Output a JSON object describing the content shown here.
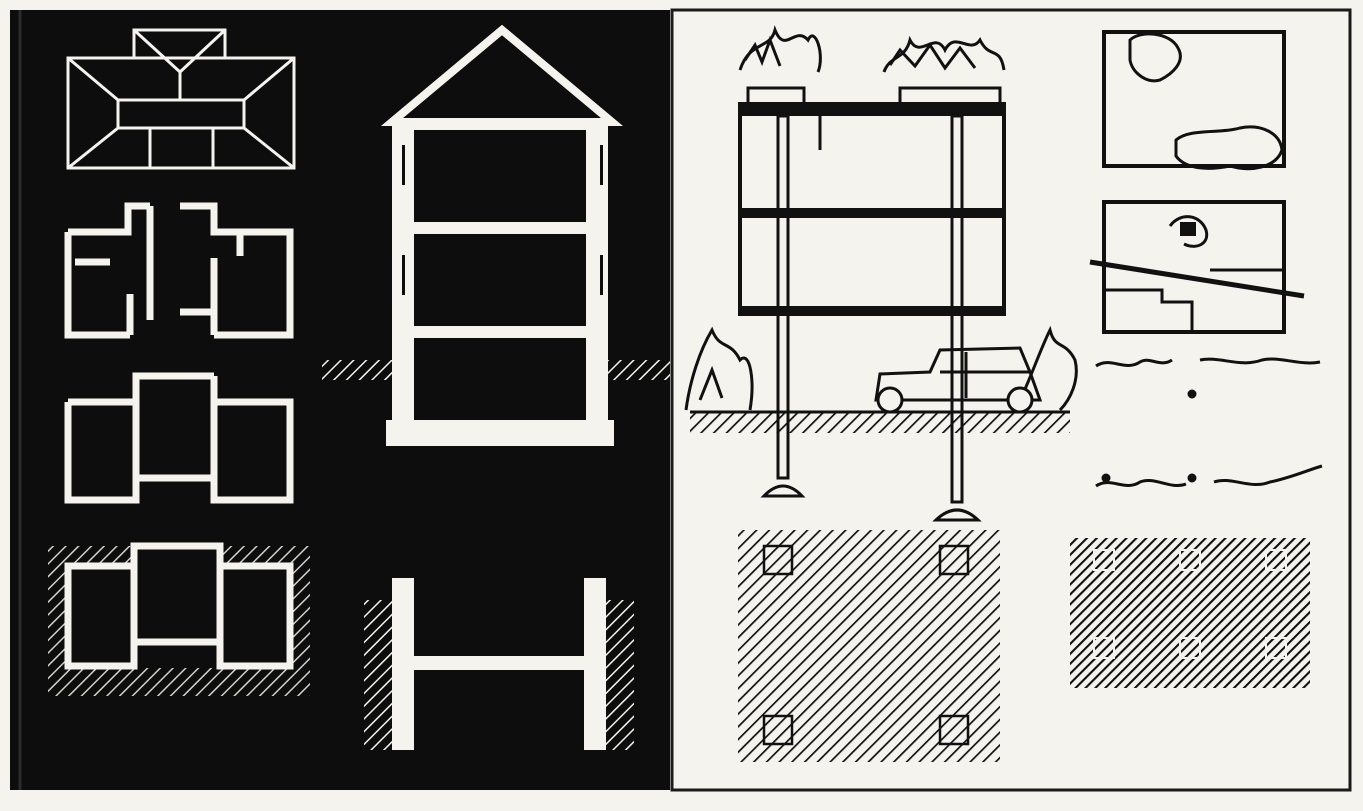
{
  "figure": {
    "panels": [
      {
        "id": "traditional",
        "theme": "white-on-black",
        "views": [
          "roof-plan-icon",
          "floor-plan-icon",
          "floor-plan-icon",
          "foundation-plan-icon",
          "house-section-icon",
          "basement-section-icon"
        ]
      },
      {
        "id": "modern",
        "theme": "black-on-white",
        "views": [
          "pilotis-section-icon",
          "roof-garden-plan-icon",
          "free-plan-icon",
          "ribbon-window-icon",
          "ground-plan-icon",
          "car-icon"
        ]
      }
    ],
    "colors": {
      "dark": "#0d0d0d",
      "light": "#f4f3ee",
      "frame": "#1a1a1a"
    }
  }
}
